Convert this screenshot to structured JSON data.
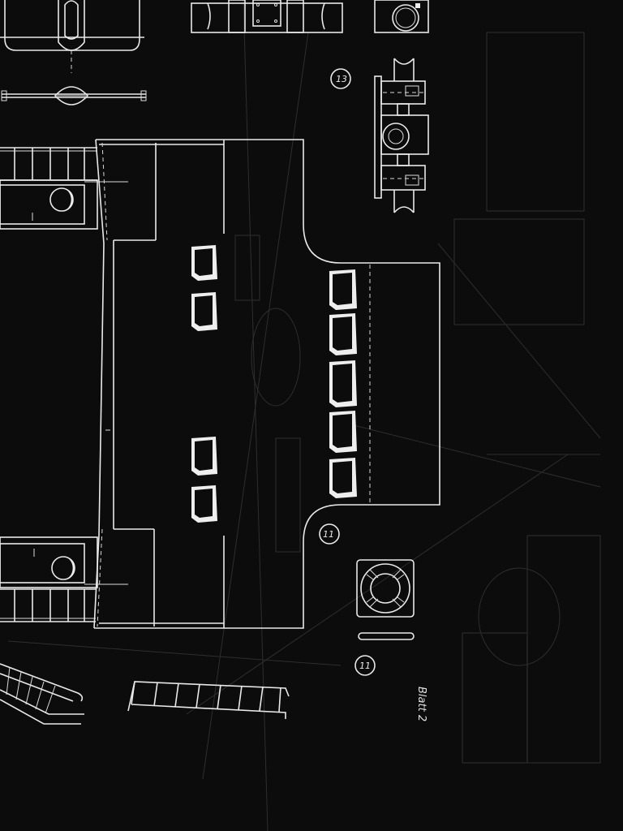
{
  "drawing": {
    "sheet_label": "Blatt 2",
    "callouts": [
      {
        "id": "callout-13",
        "text": "13"
      },
      {
        "id": "callout-11-deck",
        "text": "11"
      },
      {
        "id": "callout-11-lifebuoy",
        "text": "11"
      }
    ]
  },
  "colors": {
    "background": "#0c0c0c",
    "line": "#e9e9e9",
    "ghost": "#2e2e2e"
  }
}
